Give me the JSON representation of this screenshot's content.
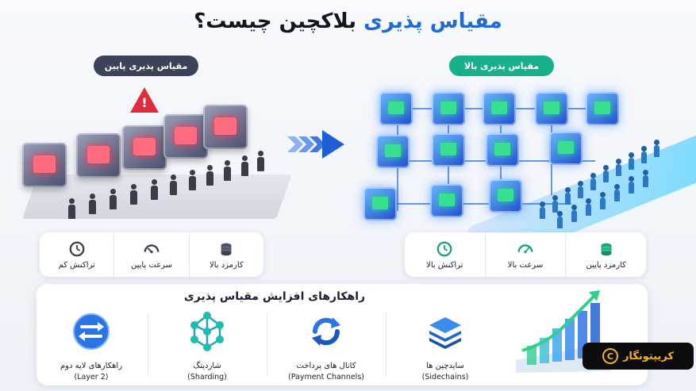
{
  "title": {
    "main": "مقیاس پذیری",
    "rest": " بلاکچین چیست؟"
  },
  "low": {
    "label": "مقیاس پذیری پایین",
    "stats": [
      {
        "label": "کارمزد بالا",
        "icon": "coins-icon"
      },
      {
        "label": "سرعت پایین",
        "icon": "speedometer-icon"
      },
      {
        "label": "تراکنش کم",
        "icon": "clock-icon"
      }
    ]
  },
  "high": {
    "label": "مقیاس پذیری بالا",
    "stats": [
      {
        "label": "کارمزد پایین",
        "icon": "coins-icon"
      },
      {
        "label": "سرعت بالا",
        "icon": "speedometer-icon"
      },
      {
        "label": "تراکنش بالا",
        "icon": "clock-icon"
      }
    ]
  },
  "solutions": {
    "title": "راهکارهای افزایش مقیاس پذیری",
    "items": [
      {
        "name": "سایدچین ها",
        "en": "(Sidechains)",
        "icon": "layers-icon"
      },
      {
        "name": "کانال های پرداخت",
        "en": "(Payment Channels)",
        "icon": "refresh-cycle-icon"
      },
      {
        "name": "شاردینگ",
        "en": "(Sharding)",
        "icon": "network-nodes-icon"
      },
      {
        "name": "راهکارهای لایه دوم",
        "en": "(Layer 2)",
        "icon": "swap-arrows-icon"
      }
    ]
  },
  "brand": {
    "name": "کریپتونگار",
    "mark": "C"
  },
  "colors": {
    "accent": "#1e6bd6",
    "green": "#17b08a",
    "dark_pill": "#3b4356",
    "warning": "#e02b3a",
    "brand": "#f2b416"
  }
}
